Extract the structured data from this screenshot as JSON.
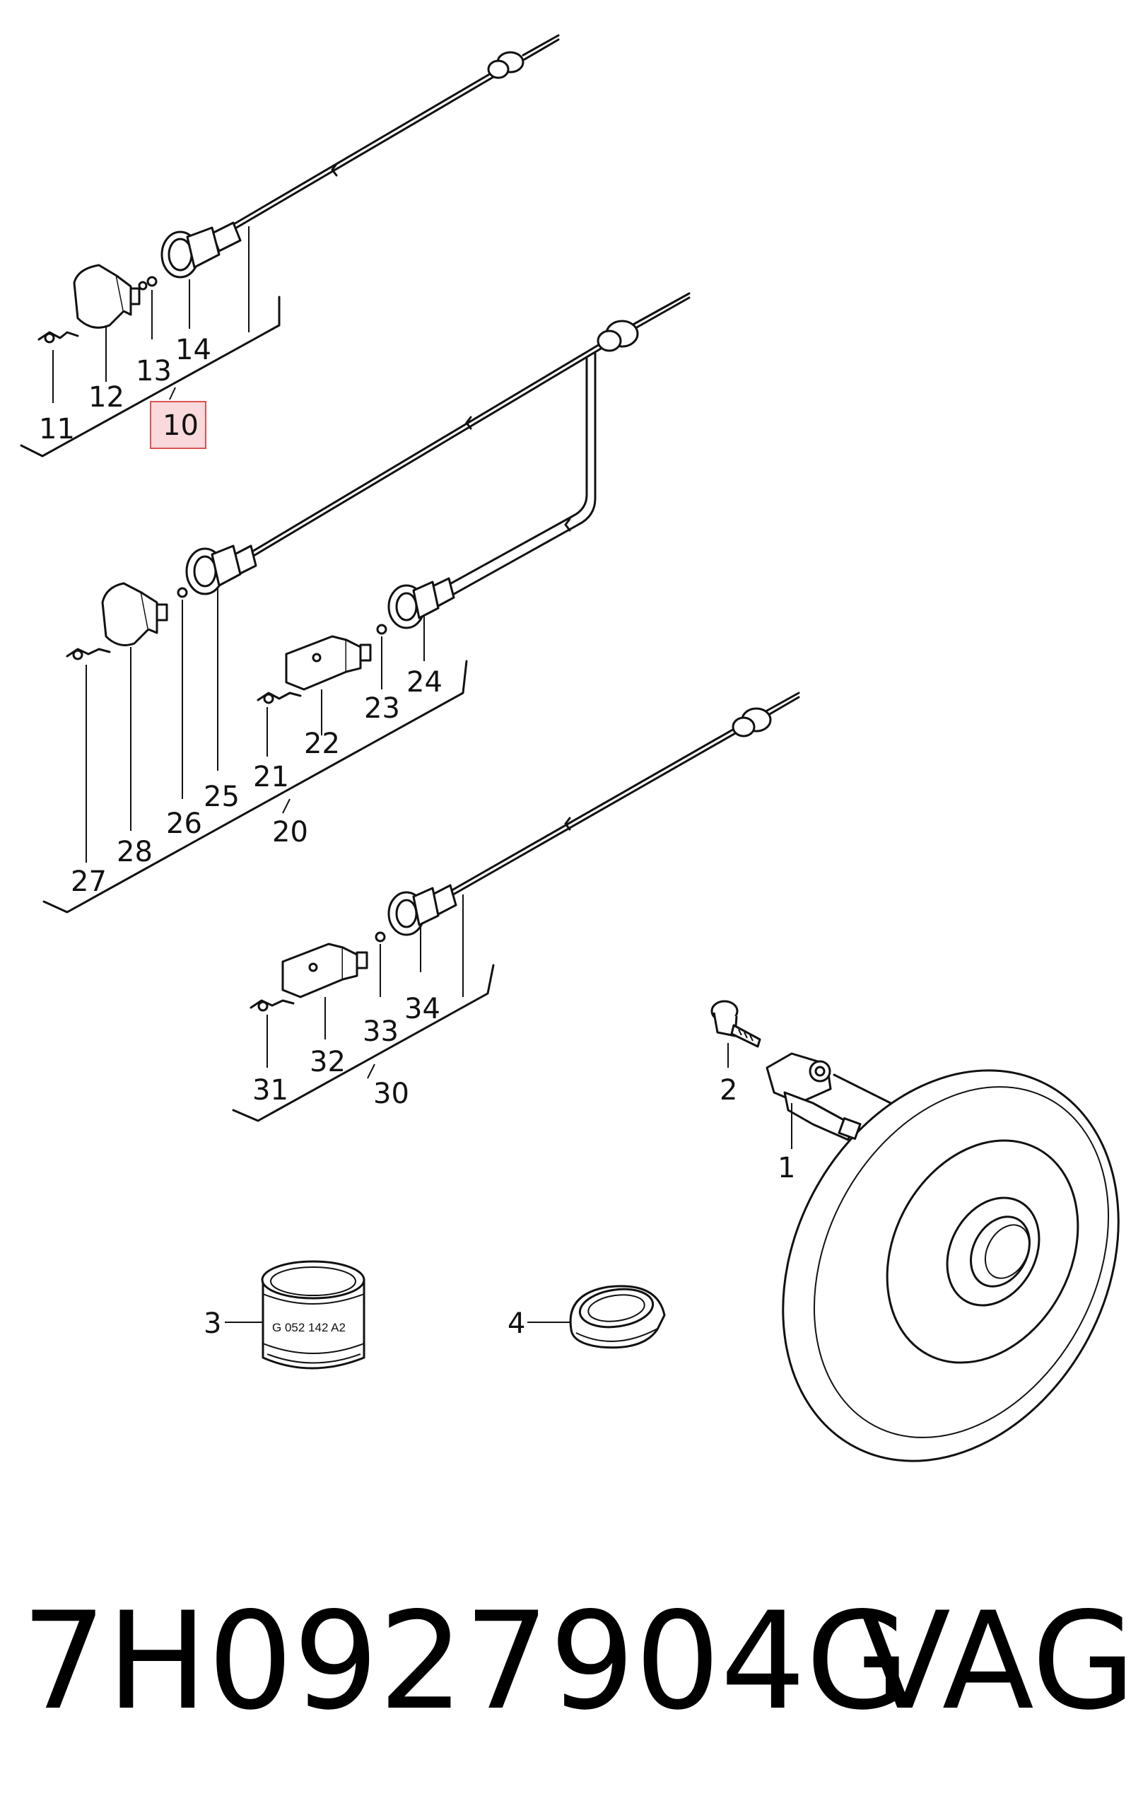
{
  "labels": {
    "l1": "1",
    "l2": "2",
    "l3": "3",
    "l4": "4",
    "l10": "10",
    "l11": "11",
    "l12": "12",
    "l13": "13",
    "l14": "14",
    "l20": "20",
    "l21": "21",
    "l22": "22",
    "l23": "23",
    "l24": "24",
    "l25": "25",
    "l26": "26",
    "l27": "27",
    "l28": "28",
    "l30": "30",
    "l31": "31",
    "l32": "32",
    "l33": "33",
    "l34": "34"
  },
  "grease_tube_marking": "G 052 142 A2",
  "part_number": "7H0927904G",
  "brand": "VAG",
  "colors": {
    "highlight_fill": "#f9d9dc",
    "highlight_border": "#d9534f",
    "line": "#111111"
  }
}
